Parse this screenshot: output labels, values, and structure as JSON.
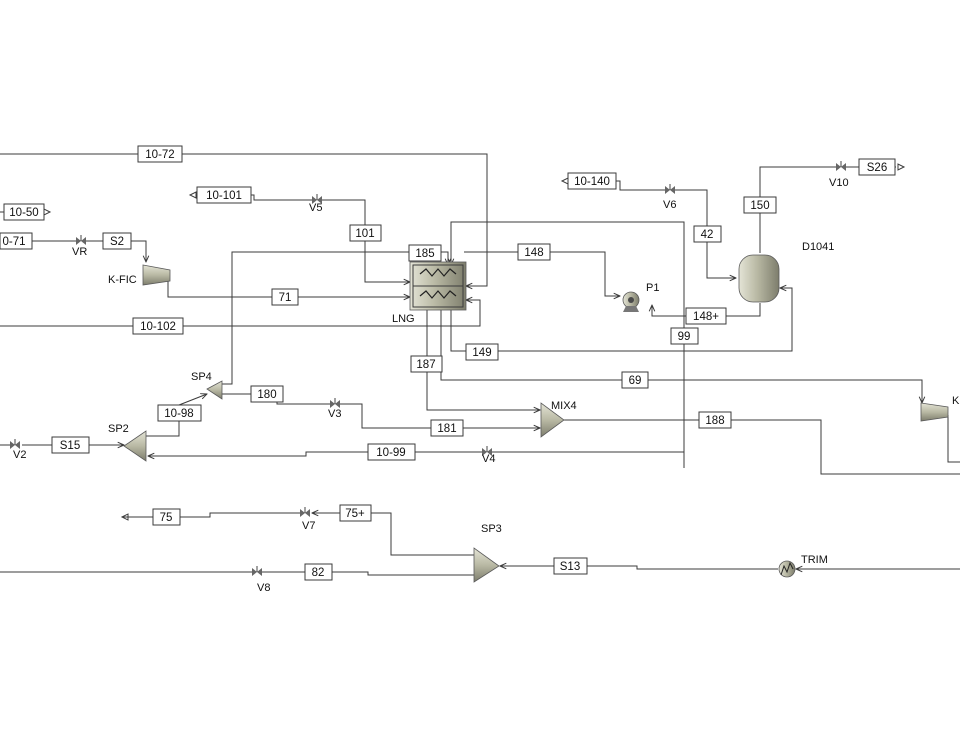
{
  "streams": {
    "s10_72": "10-72",
    "s10_101": "10-101",
    "s10_50": "10-50",
    "s0_71": "0-71",
    "s2": "S2",
    "s71": "71",
    "s101": "101",
    "s185": "185",
    "s148": "148",
    "s10_140": "10-140",
    "s42": "42",
    "s150": "150",
    "s26": "S26",
    "s148p": "148+",
    "s99": "99",
    "s149": "149",
    "s10_102": "10-102",
    "s187": "187",
    "s69": "69",
    "s180": "180",
    "s10_98": "10-98",
    "s181": "181",
    "s188": "188",
    "s15": "S15",
    "s10_99": "10-99",
    "s75": "75",
    "s75p": "75+",
    "s82": "82",
    "s13": "S13"
  },
  "equipment": {
    "v5": "V5",
    "v6": "V6",
    "v10": "V10",
    "vr": "VR",
    "kfic": "K-FIC",
    "lng": "LNG",
    "p1": "P1",
    "d1041": "D1041",
    "sp4": "SP4",
    "sp2": "SP2",
    "v3": "V3",
    "mix4": "MIX4",
    "v2": "V2",
    "v4": "V4",
    "k_right": "K",
    "v7": "V7",
    "sp3": "SP3",
    "v8": "V8",
    "trim": "TRIM"
  },
  "colors": {
    "line": "#3b3b3b",
    "equipment_metal": "#b9b9a4",
    "background": "#ffffff"
  }
}
